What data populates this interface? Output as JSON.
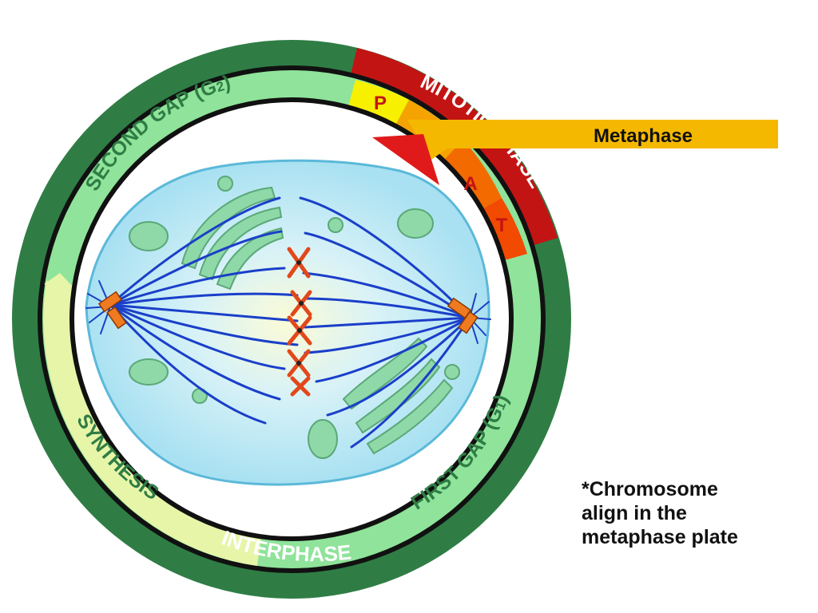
{
  "diagram": {
    "interphase_label": "INTERPHASE",
    "mitotic_label": "MITOTIC PHASE",
    "g2_label": "SECOND GAP (G",
    "g2_sub": "2",
    "g2_close": ")",
    "synthesis_label": "SYNTHESIS",
    "g1_label": "FIRST GAP (G",
    "g1_sub": "1",
    "g1_close": ")",
    "phase_letters": {
      "prophase": "P",
      "metaphase_marker": "",
      "anaphase": "A",
      "telophase": "T"
    },
    "callout_label": "Metaphase",
    "note_lines": [
      "*Chromosome",
      "align in the",
      "metaphase plate"
    ]
  },
  "colors": {
    "interphase_ring": "#2f7d45",
    "mitotic_ring": "#c31414",
    "g2_band": "#8fe39a",
    "synthesis_band": "#e6f5a8",
    "g1_band": "#8fe39a",
    "prophase": "#f7f000",
    "metaphase": "#f5a300",
    "anaphase": "#f26a00",
    "telophase": "#f24a00",
    "callout": "#f5b800",
    "cell": "#b8e8f5",
    "spindle": "#1a3fc9",
    "chromosome": "#e2481a",
    "centrosome": "#f07a20",
    "organelle": "#8fd9a8"
  }
}
